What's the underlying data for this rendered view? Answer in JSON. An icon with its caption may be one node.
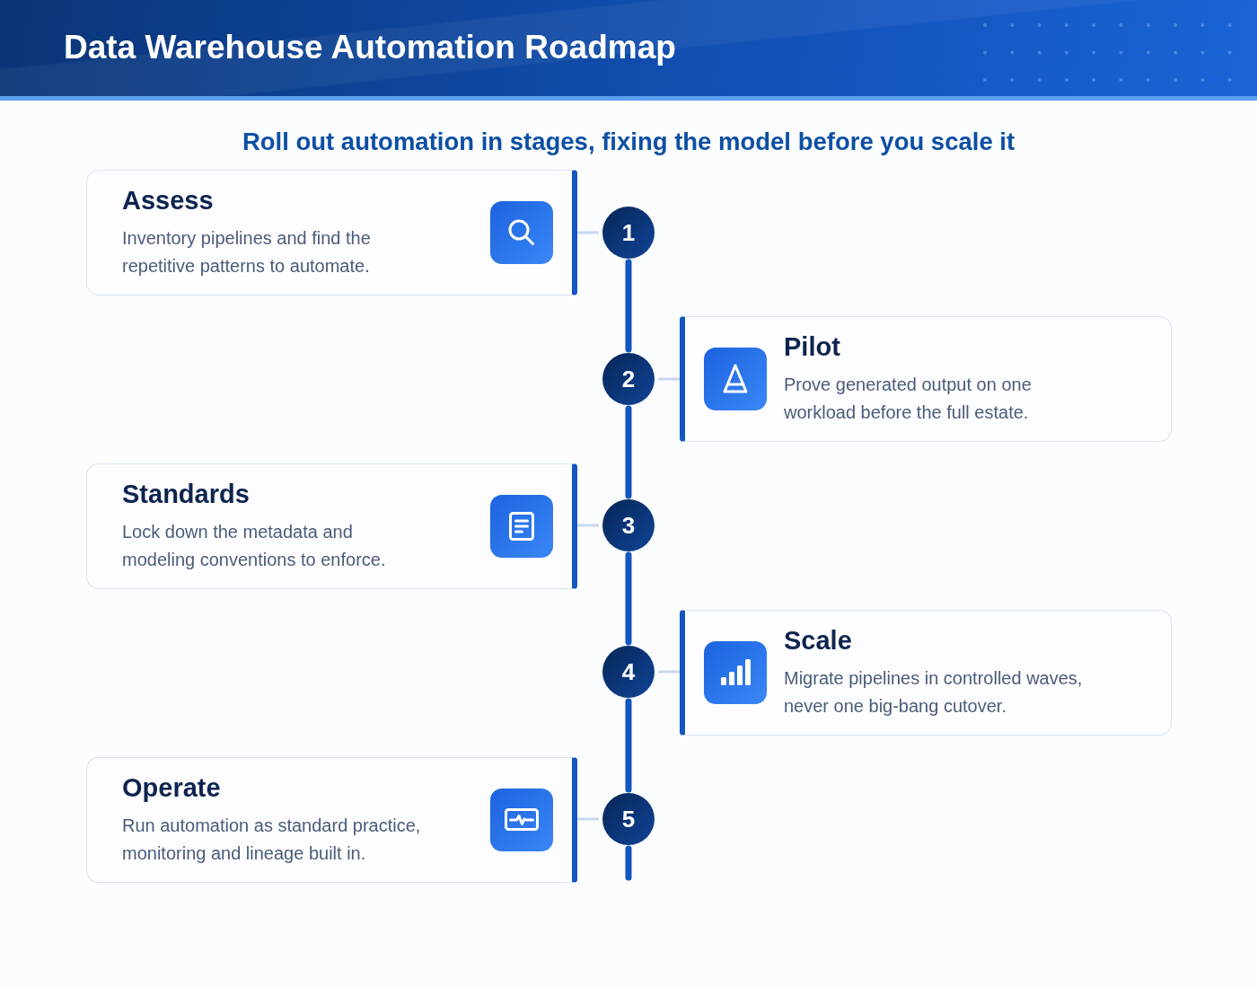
{
  "diagram": {
    "title": "Data Warehouse Automation Roadmap",
    "nodes": [
      {
        "text": [
          "Assess",
          "Inventory pipelines and find the repetitive patterns to automate."
        ]
      },
      {
        "text": [
          "1"
        ]
      },
      {
        "text": [
          "2"
        ]
      },
      {
        "text": [
          "Pilot",
          "Prove generated output on one workload before the full estate."
        ]
      },
      {
        "text": [
          "Standards",
          "Lock down the metadata and modeling conventions to enforce."
        ]
      },
      {
        "text": [
          "3"
        ]
      },
      {
        "text": [
          "4"
        ]
      },
      {
        "text": [
          "Scale",
          "Migrate pipelines in controlled waves, never one big-bang cutover."
        ]
      },
      {
        "text": [
          "Operate",
          "Run automation as standard practice, monitoring and lineage built in."
        ]
      },
      {
        "text": [
          "5"
        ]
      }
    ],
    "edges": [
      {
        "from": 0,
        "to": 1,
        "arrow": "none"
      },
      {
        "from": 1,
        "to": 2,
        "arrow": "none",
        "style": "thick",
        "color": "#1456c0"
      },
      {
        "from": 2,
        "to": 3,
        "arrow": "none"
      },
      {
        "from": 2,
        "to": 5,
        "arrow": "none",
        "style": "thick",
        "color": "#1456c0"
      },
      {
        "from": 4,
        "to": 5,
        "arrow": "none"
      },
      {
        "from": 5,
        "to": 6,
        "arrow": "none",
        "style": "thick",
        "color": "#1456c0"
      },
      {
        "from": 6,
        "to": 7,
        "arrow": "none"
      },
      {
        "from": 6,
        "to": 9,
        "arrow": "none",
        "style": "thick",
        "color": "#1456c0"
      },
      {
        "from": 8,
        "to": 9,
        "arrow": "none"
      },
      {
        "from": 9,
        "to": null,
        "arrow": "none",
        "style": "thick",
        "color": "#1456c0"
      }
    ],
    "labels": [
      "Roll out automation in stages, fixing the model before you scale it"
    ]
  }
}
